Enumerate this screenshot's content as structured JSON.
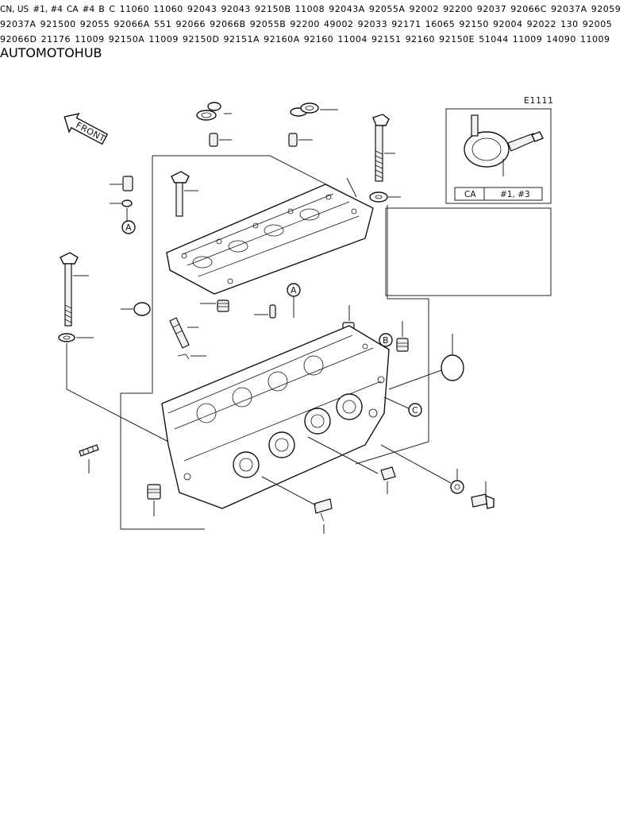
{
  "diagram_code": "E1111",
  "front_label": "FRONT",
  "labels": [
    {
      "id": "l11060a",
      "text": "11060"
    },
    {
      "id": "l11060b",
      "text": "11060"
    },
    {
      "id": "l92043a",
      "text": "92043"
    },
    {
      "id": "l92043b",
      "text": "92043"
    },
    {
      "id": "l92150B",
      "text": "92150B"
    },
    {
      "id": "l11008",
      "text": "11008"
    },
    {
      "id": "l92043A",
      "text": "92043A"
    },
    {
      "id": "l92055A",
      "text": "92055A"
    },
    {
      "id": "l92002",
      "text": "92002"
    },
    {
      "id": "l92200a",
      "text": "92200"
    },
    {
      "id": "l92037",
      "text": "92037"
    },
    {
      "id": "l92066C",
      "text": "92066C"
    },
    {
      "id": "l92037A1",
      "text": "92037A"
    },
    {
      "id": "l92059",
      "text": "92059"
    },
    {
      "id": "l92037A2",
      "text": "92037A"
    },
    {
      "id": "l92150a",
      "text": "921500"
    },
    {
      "id": "l92055",
      "text": "92055"
    },
    {
      "id": "l92066A",
      "text": "92066A"
    },
    {
      "id": "l551",
      "text": "551"
    },
    {
      "id": "l92066",
      "text": "92066"
    },
    {
      "id": "l92066B",
      "text": "92066B"
    },
    {
      "id": "l92055B",
      "text": "92055B"
    },
    {
      "id": "l92200b",
      "text": "92200"
    },
    {
      "id": "l49002",
      "text": "49002"
    },
    {
      "id": "l92033",
      "text": "92033"
    },
    {
      "id": "l92171",
      "text": "92171"
    },
    {
      "id": "l16065",
      "text": "16065"
    },
    {
      "id": "l92150",
      "text": "92150"
    },
    {
      "id": "l92004",
      "text": "92004"
    },
    {
      "id": "l92022",
      "text": "92022"
    },
    {
      "id": "l130",
      "text": "130"
    },
    {
      "id": "l92005",
      "text": "92005"
    },
    {
      "id": "l92066D",
      "text": "92066D"
    },
    {
      "id": "l21176",
      "text": "21176"
    },
    {
      "id": "l11009a",
      "text": "11009"
    },
    {
      "id": "l92150A",
      "text": "92150A"
    },
    {
      "id": "l11009b",
      "text": "11009"
    },
    {
      "id": "l92150D",
      "text": "92150D"
    },
    {
      "id": "l92151A",
      "text": "92151A"
    },
    {
      "id": "l92160A",
      "text": "92160A"
    },
    {
      "id": "l92160a",
      "text": "92160"
    },
    {
      "id": "l11004",
      "text": "11004"
    },
    {
      "id": "l92151",
      "text": "92151"
    },
    {
      "id": "l92160b",
      "text": "92160"
    },
    {
      "id": "l92150E",
      "text": "92150E"
    },
    {
      "id": "l51044",
      "text": "51044"
    },
    {
      "id": "l11009c",
      "text": "11009"
    },
    {
      "id": "l14090",
      "text": "14090"
    },
    {
      "id": "l11009d",
      "text": "11009"
    }
  ],
  "callouts": {
    "A": "A",
    "B": "B",
    "C": "C"
  },
  "table_top": {
    "col1": "CA",
    "col2": "#1, #3"
  },
  "table_mid": {
    "r1c1": "CN, US",
    "r1c2": "#1, #4",
    "r2c1": "CA",
    "r2c2": "#4"
  },
  "watermark": {
    "text_a": "AUTO",
    "text_b": "MOTO",
    "text_c": "HUB",
    "color_orange": "#f2a23a",
    "color_red": "#e8453c",
    "color_gray": "#5a5a5a"
  }
}
